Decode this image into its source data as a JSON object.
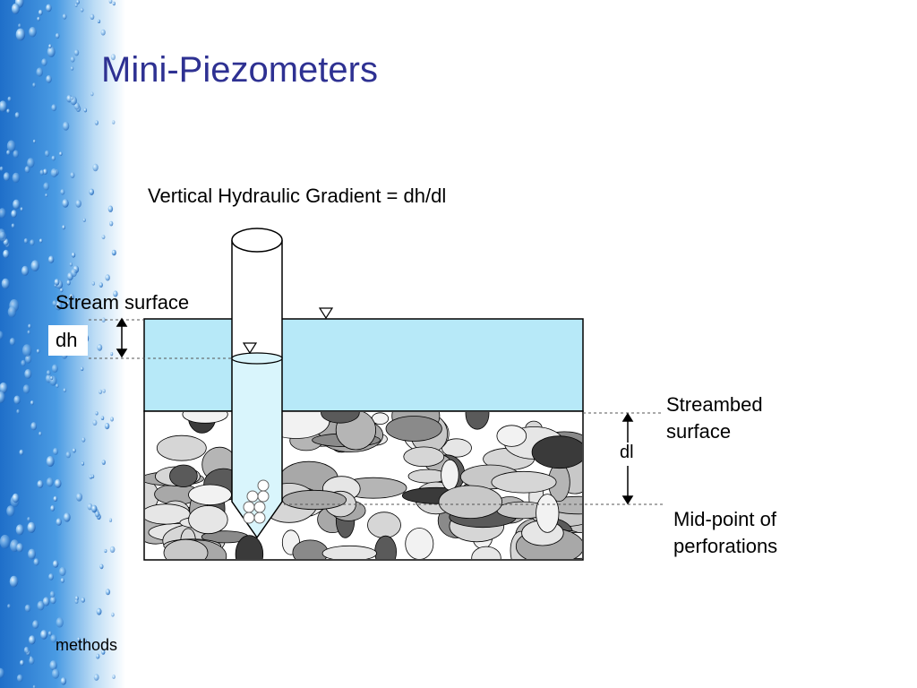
{
  "slide": {
    "title": "Mini-Piezometers",
    "footer": "methods"
  },
  "diagram": {
    "heading": "Vertical Hydraulic Gradient = dh/dl",
    "labels": {
      "stream_surface": "Stream surface",
      "dh": "dh",
      "dl": "dl",
      "streambed_line1": "Streambed",
      "streambed_line2": "surface",
      "midpoint_line1": "Mid-point of",
      "midpoint_line2": "perforations"
    },
    "colors": {
      "title": "#2e3192",
      "water": "#b7e9f8",
      "pipe_water": "#d9f5fc",
      "sediment_background": "#ffffff",
      "bubble_strip": "#2f7fd1"
    }
  }
}
